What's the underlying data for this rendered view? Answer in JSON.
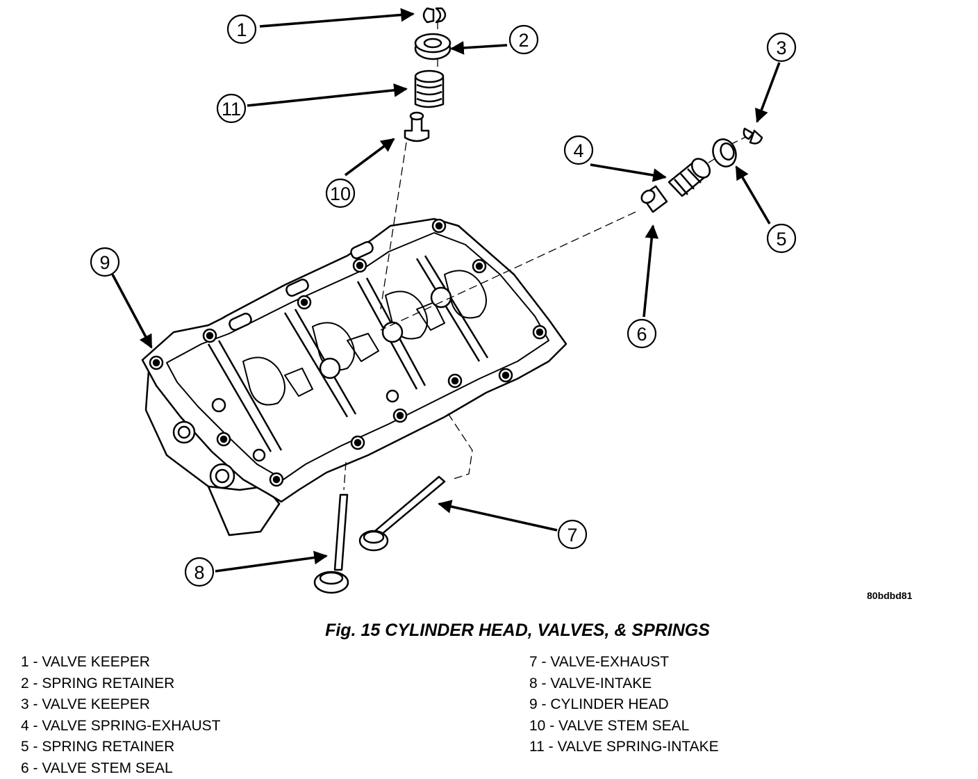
{
  "diagram": {
    "reference_code": "80bdbd81",
    "callouts": [
      "1",
      "2",
      "3",
      "4",
      "5",
      "6",
      "7",
      "8",
      "9",
      "10",
      "11"
    ]
  },
  "caption": "Fig. 15 CYLINDER HEAD, VALVES, & SPRINGS",
  "legend": {
    "left": [
      "1 - VALVE KEEPER",
      "2 - SPRING RETAINER",
      "3 - VALVE KEEPER",
      "4 - VALVE SPRING-EXHAUST",
      "5 - SPRING RETAINER",
      "6 - VALVE STEM SEAL"
    ],
    "right": [
      "7 - VALVE-EXHAUST",
      "8 - VALVE-INTAKE",
      "9 - CYLINDER HEAD",
      "10 - VALVE STEM SEAL",
      "11 - VALVE SPRING-INTAKE"
    ]
  }
}
